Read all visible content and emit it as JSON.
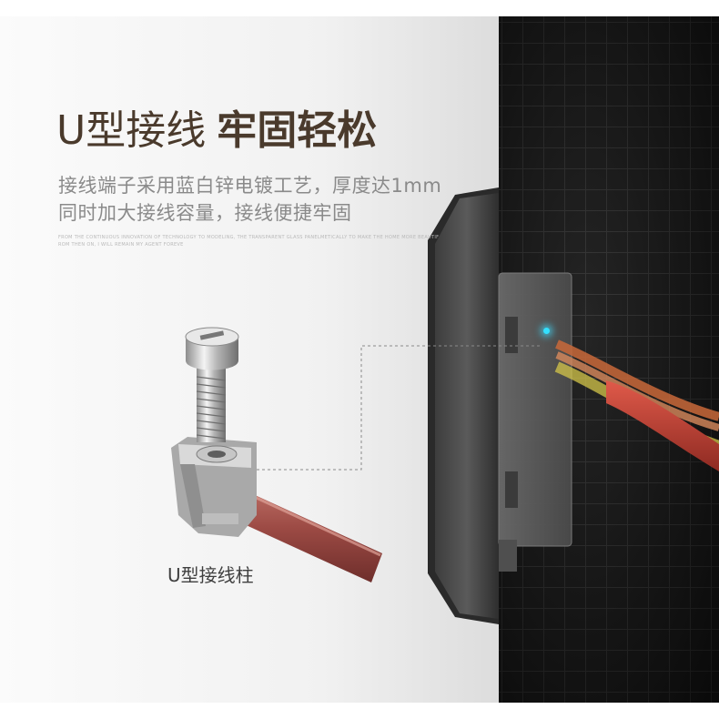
{
  "heading": {
    "part1": "U型接线",
    "part2": "牢固轻松"
  },
  "description": {
    "line1": "接线端子采用蓝白锌电镀工艺，厚度达1mm",
    "line2": "同时加大接线容量，接线便捷牢固"
  },
  "fine_print": {
    "line1": "FROM THE CONTINUOUS INNOVATION OF TECHNOLOGY TO MODELING, THE TRANSPARENT GLASS PANELMETICALLY TO MAKE THE HOME MORE BEAUTIF",
    "line2": "ROM THEN ON, I WILL REMAIN MY AGENT FOREVE"
  },
  "callout": {
    "label": "U型接线柱"
  },
  "colors": {
    "heading": "#4a3a2c",
    "grid_background": "#141414",
    "led": "#33e0ff",
    "wire": "#9c4a44"
  },
  "icons": [
    "terminal-screw-illustration",
    "socket-panel-illustration",
    "indicator-led"
  ]
}
